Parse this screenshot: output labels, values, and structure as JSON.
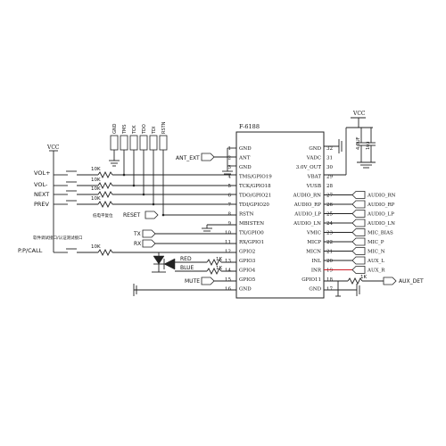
{
  "chip": {
    "name": "F-6188",
    "left_pins": [
      {
        "num": "1",
        "name": "GND"
      },
      {
        "num": "2",
        "name": "ANT"
      },
      {
        "num": "3",
        "name": "GND"
      },
      {
        "num": "4",
        "name": "TMS/GPIO19"
      },
      {
        "num": "5",
        "name": "TCK/GPIO18"
      },
      {
        "num": "6",
        "name": "TDO/GPIO21"
      },
      {
        "num": "7",
        "name": "TDI/GPIO20"
      },
      {
        "num": "8",
        "name": "RSTN"
      },
      {
        "num": "9",
        "name": "MBISTEN"
      },
      {
        "num": "10",
        "name": "TX/GPIO0"
      },
      {
        "num": "11",
        "name": "RX/GPIO1"
      },
      {
        "num": "12",
        "name": "GPIO2"
      },
      {
        "num": "13",
        "name": "GPIO3"
      },
      {
        "num": "14",
        "name": "GPIO4"
      },
      {
        "num": "15",
        "name": "GPIO5"
      },
      {
        "num": "16",
        "name": "GND"
      }
    ],
    "right_pins": [
      {
        "num": "32",
        "name": "GND"
      },
      {
        "num": "31",
        "name": "VADC"
      },
      {
        "num": "30",
        "name": "3.0V_OUT"
      },
      {
        "num": "29",
        "name": "VBAT"
      },
      {
        "num": "28",
        "name": "VUSB"
      },
      {
        "num": "27",
        "name": "AUDIO_RN"
      },
      {
        "num": "26",
        "name": "AUDIO_RP"
      },
      {
        "num": "25",
        "name": "AUDIO_LP"
      },
      {
        "num": "24",
        "name": "AUDIO_LN"
      },
      {
        "num": "23",
        "name": "VMIC"
      },
      {
        "num": "22",
        "name": "MICP"
      },
      {
        "num": "21",
        "name": "MICN"
      },
      {
        "num": "20",
        "name": "INL"
      },
      {
        "num": "19",
        "name": "INR"
      },
      {
        "num": "18",
        "name": "GPIO11"
      },
      {
        "num": "17",
        "name": "GND"
      }
    ]
  },
  "power": {
    "vcc_left": "VCC",
    "vcc_right": "VCC",
    "cap_a": "4.7UF",
    "cap_b": "103"
  },
  "buttons": [
    {
      "label": "VOL+",
      "res": "10K"
    },
    {
      "label": "VOL-",
      "res": "10K"
    },
    {
      "label": "NEXT",
      "res": "10K"
    },
    {
      "label": "PREV",
      "res": "10K"
    }
  ],
  "call": {
    "label": "P.P/CALL",
    "res": "10K"
  },
  "test_points": [
    "GND",
    "TMS",
    "TCK",
    "TDO",
    "TDI",
    "RSTN"
  ],
  "notes": {
    "low_level": "低电平复位",
    "test_port": "软件调试接口/认证测试接口"
  },
  "signals": {
    "ant": "ANT_EXT",
    "reset": "RESET",
    "tx": "TX",
    "rx": "RX",
    "mute": "MUTE",
    "aux_det": "AUX_DET"
  },
  "leds": [
    {
      "label": "RED",
      "res": "1K"
    },
    {
      "label": "BLUE",
      "res": "1K"
    }
  ],
  "aux_res": "1K",
  "right_outputs": [
    "AUDIO_RN",
    "AUDIO_RP",
    "AUDIO_LP",
    "AUDIO_LN",
    "MIC_BIAS",
    "MIC_P",
    "MIC_N",
    "AUX_L",
    "AUX_R"
  ],
  "colors": {
    "wire": "#222222",
    "highlight_wire": "#d0202a"
  }
}
